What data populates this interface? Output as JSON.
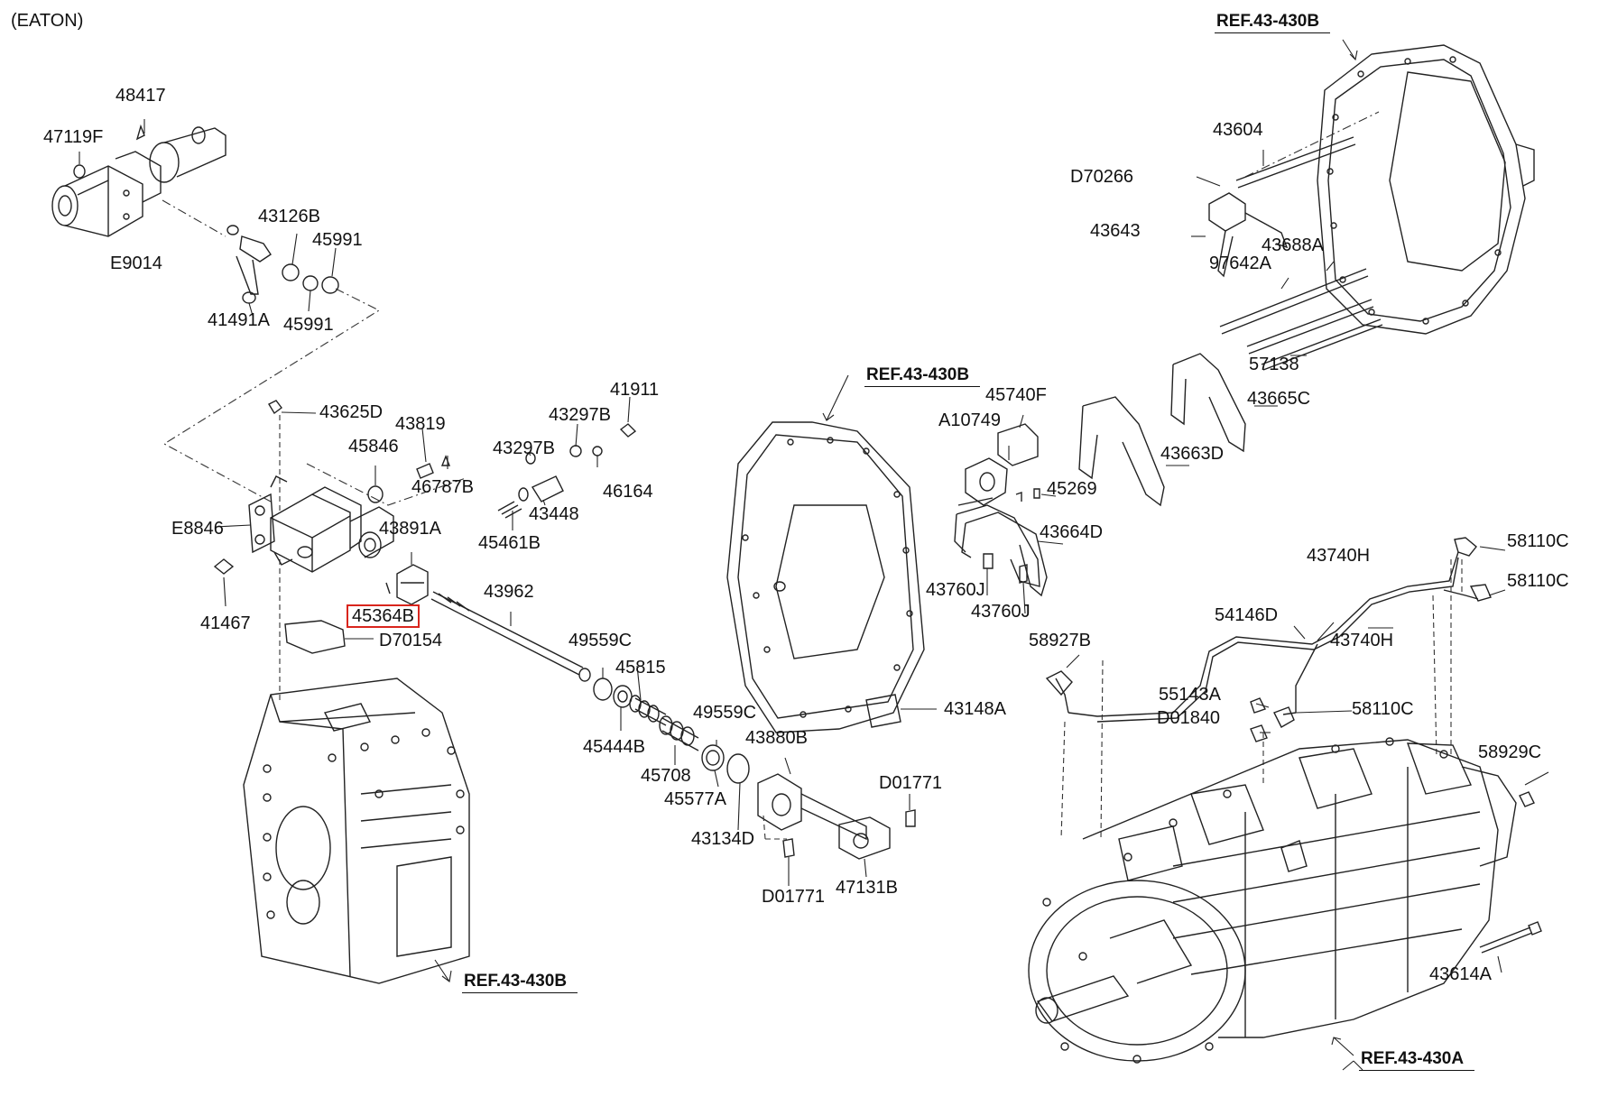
{
  "header": {
    "variant": "(EATON)"
  },
  "highlight": {
    "part": "45364B",
    "color": "#d9251d"
  },
  "labels": {
    "p48417": "48417",
    "p47119F": "47119F",
    "pE9014": "E9014",
    "p43126B": "43126B",
    "p45991a": "45991",
    "p45991b": "45991",
    "p41491A": "41491A",
    "p43625D": "43625D",
    "p43819": "43819",
    "p45846": "45846",
    "p46787B": "46787B",
    "p43297Ba": "43297B",
    "p43297Bb": "43297B",
    "p41911": "41911",
    "p46164": "46164",
    "p43448": "43448",
    "p45461B": "45461B",
    "pE8846": "E8846",
    "p43891A": "43891A",
    "p45364B": "45364B",
    "p43962": "43962",
    "p41467": "41467",
    "pD70154": "D70154",
    "p49559Ca": "49559C",
    "p45815": "45815",
    "p45444B": "45444B",
    "p45708": "45708",
    "p49559Cb": "49559C",
    "p45577A": "45577A",
    "p43880B": "43880B",
    "p43134D": "43134D",
    "pD01771a": "D01771",
    "pD01771b": "D01771",
    "p47131B": "47131B",
    "p43148A": "43148A",
    "p43604": "43604",
    "pD70266": "D70266",
    "p43643": "43643",
    "p43688A": "43688A",
    "p97642A": "97642A",
    "p57138": "57138",
    "p43665C": "43665C",
    "p45740F": "45740F",
    "pA10749": "A10749",
    "p43663D": "43663D",
    "p45269": "45269",
    "p43664D": "43664D",
    "p43760Ja": "43760J",
    "p43760Jb": "43760J",
    "p58110Ca": "58110C",
    "p58110Cb": "58110C",
    "p43740Ha": "43740H",
    "p54146D": "54146D",
    "p43740Hb": "43740H",
    "p58927B": "58927B",
    "p55143A": "55143A",
    "pD01840": "D01840",
    "p58110Cc": "58110C",
    "p58929C": "58929C",
    "p43614A": "43614A"
  },
  "refs": {
    "top": "REF.43-430B",
    "middle": "REF.43-430B",
    "bottom_left": "REF.43-430B",
    "bottom_right": "REF.43-430A"
  }
}
